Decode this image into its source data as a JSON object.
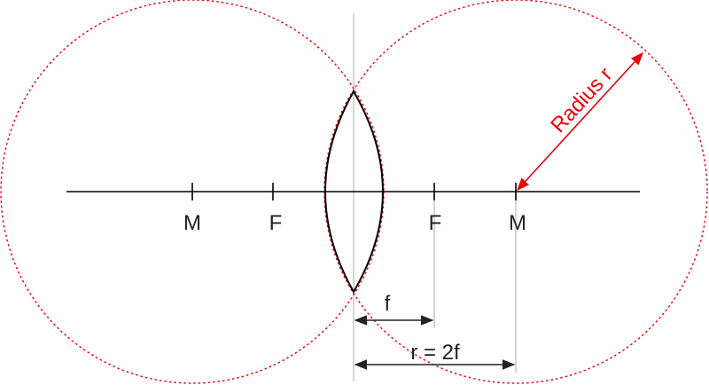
{
  "labels": {
    "m_left": "M",
    "f_left": "F",
    "f_right": "F",
    "m_right": "M",
    "focal_length": "f",
    "radius_relation": "r = 2f",
    "radius": "Radius r"
  },
  "colors": {
    "circle": "#e8000b",
    "axis": "#000000",
    "guide": "#c8c8c8",
    "radius_arrow": "#e8000b"
  }
}
